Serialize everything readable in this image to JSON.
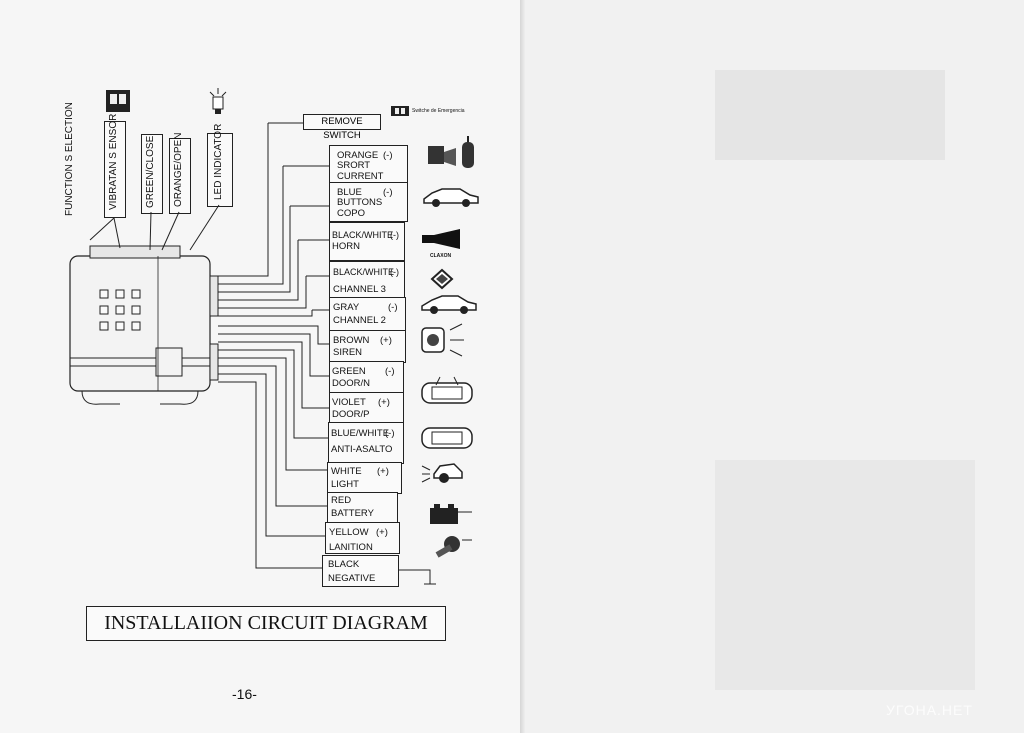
{
  "diagram": {
    "title": "INSTALLAIION CIRCUIT DIAGRAM",
    "page_number": "-16-",
    "remove_switch": "REMOVE SWITCH",
    "emergency_switch_label": "Switche de Emergencia",
    "claxon_label": "CLAXON",
    "left_labels": {
      "function": "FUNCTION S ELECTION",
      "vibration": "VIBRATAN S ENSOR",
      "green_close": "GREEN/CLOSE",
      "orange_open": "ORANGE/OPEN",
      "led": "LED INDICATOR"
    },
    "wires": [
      {
        "name": "ORANGE",
        "polarity": "(-)",
        "desc": "SRORT\nCURRENT"
      },
      {
        "name": "BLUE",
        "polarity": "(-)",
        "desc": "BUTTONS\nCOPO"
      },
      {
        "name": "BLACK/WHITE",
        "polarity": "(-)",
        "desc": "HORN"
      },
      {
        "name": "BLACK/WHITE",
        "polarity": "(-)",
        "desc": "CHANNEL 3"
      },
      {
        "name": "GRAY",
        "polarity": "(-)",
        "desc": "CHANNEL 2"
      },
      {
        "name": "BROWN",
        "polarity": "(+)",
        "desc": "SIREN"
      },
      {
        "name": "GREEN",
        "polarity": "(-)",
        "desc": "DOOR/N"
      },
      {
        "name": "VIOLET",
        "polarity": "(+)",
        "desc": "DOOR/P"
      },
      {
        "name": "BLUE/WHITE",
        "polarity": "(-)",
        "desc": "ANTI-ASALTO"
      },
      {
        "name": "WHITE",
        "polarity": "(+)",
        "desc": "LIGHT"
      },
      {
        "name": "RED",
        "polarity": "",
        "desc": "BATTERY"
      },
      {
        "name": "YELLOW",
        "polarity": "(+)",
        "desc": "LANITION"
      },
      {
        "name": "BLACK",
        "polarity": "",
        "desc": "NEGATIVE"
      }
    ],
    "watermark": "УГОНА.НЕТ"
  }
}
